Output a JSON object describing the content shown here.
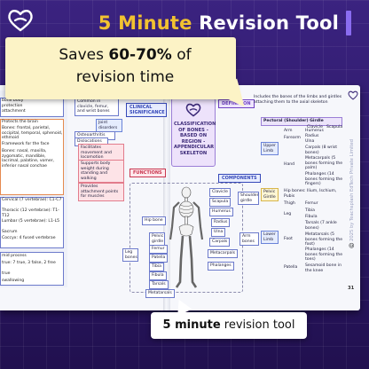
{
  "header": {
    "title_accent": "5 Minute",
    "title_rest": " Revision Tool",
    "logo_icon": "heart-logo-icon"
  },
  "callout_top": {
    "line1_pre": "Saves ",
    "line1_bold": "60-70%",
    "line1_post": " of",
    "line2": "revision time"
  },
  "callout_bottom": {
    "bold": "5 minute",
    "rest": " revision tool"
  },
  "left_strip": {
    "items": [
      "bone body",
      "protection",
      "attachment",
      "Protects the brain",
      "Bones: frontal, parietal, occipital, temporal, sphenoid, ethmoid",
      "Framework for the face",
      "Bones: nasal, maxilla, zygomatic, mandible, lacrimal, palatine, vomer, inferior nasal conchae",
      "Cervical (7 vertebrae): C1-C7",
      "Thoracic (12 vertebrae): T1-T12",
      "Lumbar (5 vertebrae): L1-L5",
      "Sacrum",
      "Coccyx: 4 fused vertebrae",
      "mid process",
      "true: 7 true, 3 false, 2 free",
      "true",
      "swallowing"
    ]
  },
  "center": {
    "title": "CLASSIFICATION OF BONES - BASED ON REGION - APPENDICULAR SKELETON"
  },
  "tags": {
    "clinical": "CLINICAL SIGNIFICANCE",
    "functions": "FUNCTIONS",
    "definition": "DEFINITION",
    "components": "COMPONENTS"
  },
  "clinical_nodes": [
    "Common in clavicle, femur, and wrist bones",
    "Joint disorders",
    "Osteoarthritis",
    "Dislocations"
  ],
  "function_nodes": [
    "Facilitates movement and locomotion",
    "Supports body weight during standing and walking",
    "Provides attachment points for muscles"
  ],
  "definition_text": "Includes the bones of the limbs and girdles attaching them to the axial skeleton",
  "components": {
    "shoulder_girdle": "Shoulder girdle",
    "clavicle": "Clavicle",
    "scapula": "Scapula",
    "humerus": "Humerus",
    "radius": "Radius",
    "ulna": "Ulna",
    "carpals": "Carpals",
    "metacarpals": "Metacarpals",
    "phalanges": "Phalanges",
    "arm_bones": "Arm bones",
    "hip_bone": "Hip bone",
    "pelvic_girdle": "Pelvic girdle",
    "femur": "Femur",
    "patella": "Patella",
    "tibia": "Tibia",
    "fibula": "Fibula",
    "tarsals": "Tarsals",
    "metatarsals": "Metatarsals",
    "leg_bones": "Leg bones"
  },
  "right_panel": {
    "pectoral_header": "Pectoral (Shoulder) Girdle",
    "pectoral_items": [
      "Clavicle",
      "Scapula"
    ],
    "upper_limb": "Upper Limb",
    "upper_rows": [
      {
        "part": "Arm",
        "bones": "Humerus"
      },
      {
        "part": "Forearm",
        "bones": "Radius"
      },
      {
        "part": "",
        "bones": "Ulna"
      },
      {
        "part": "Hand",
        "bones": "Carpals (8 wrist bones)"
      },
      {
        "part": "",
        "bones": "Metacarpals (5 bones forming the palm)"
      },
      {
        "part": "",
        "bones": "Phalanges (14 bones forming the fingers)"
      }
    ],
    "pelvic_girdle": "Pelvic Girdle",
    "hip_bones": "Hip bones: Ilium, Ischium, Pubis",
    "lower_limb": "Lower Limb",
    "lower_rows": [
      {
        "part": "Thigh",
        "bones": "Femur"
      },
      {
        "part": "Leg",
        "bones": "Tibia"
      },
      {
        "part": "",
        "bones": "Fibula"
      },
      {
        "part": "Foot",
        "bones": "Tarsals (7 ankle bones)"
      },
      {
        "part": "",
        "bones": "Metatarsals (5 bones forming the foot)"
      },
      {
        "part": "",
        "bones": "Phalanges (14 bones forming the toes)"
      },
      {
        "part": "Patella",
        "bones": "Sesamoid bone in the knee"
      }
    ]
  },
  "footer": {
    "copyright": "©️ 2025 by Teachsplash EdTech Private Limited",
    "page_number": "31"
  }
}
